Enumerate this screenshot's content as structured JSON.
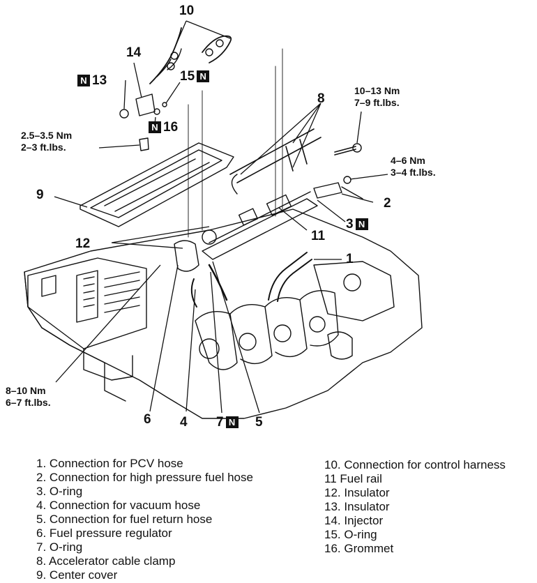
{
  "callouts": {
    "c1": "1",
    "c2": "2",
    "c3": "3",
    "c4": "4",
    "c5": "5",
    "c6": "6",
    "c7": "7",
    "c8": "8",
    "c9": "9",
    "c10": "10",
    "c11": "11",
    "c12": "12",
    "c13": "13",
    "c14": "14",
    "c15": "15",
    "c16": "16",
    "n_badge": "N"
  },
  "torque_specs": {
    "upper_left": {
      "nm": "2.5–3.5 Nm",
      "ftlb": "2–3 ft.lbs."
    },
    "upper_right": {
      "nm": "10–13 Nm",
      "ftlb": "7–9 ft.lbs."
    },
    "right": {
      "nm": "4–6 Nm",
      "ftlb": "3–4 ft.lbs."
    },
    "lower_left": {
      "nm": "8–10 Nm",
      "ftlb": "6–7 ft.lbs."
    }
  },
  "legend_left": [
    {
      "num": "1.",
      "text": "Connection for PCV hose"
    },
    {
      "num": "2.",
      "text": "Connection for high pressure fuel hose"
    },
    {
      "num": "3.",
      "text": "O-ring"
    },
    {
      "num": "4.",
      "text": "Connection for vacuum hose"
    },
    {
      "num": "5.",
      "text": "Connection for fuel return hose"
    },
    {
      "num": "6.",
      "text": "Fuel pressure regulator"
    },
    {
      "num": "7.",
      "text": "O-ring"
    },
    {
      "num": "8.",
      "text": "Accelerator cable clamp"
    },
    {
      "num": "9.",
      "text": "Center cover"
    }
  ],
  "legend_right": [
    {
      "num": "10.",
      "text": "Connection for control harness"
    },
    {
      "num": "11",
      "text": "Fuel rail"
    },
    {
      "num": "12.",
      "text": "Insulator"
    },
    {
      "num": "13.",
      "text": "Insulator"
    },
    {
      "num": "14.",
      "text": "Injector"
    },
    {
      "num": "15.",
      "text": "O-ring"
    },
    {
      "num": "16.",
      "text": "Grommet"
    }
  ]
}
